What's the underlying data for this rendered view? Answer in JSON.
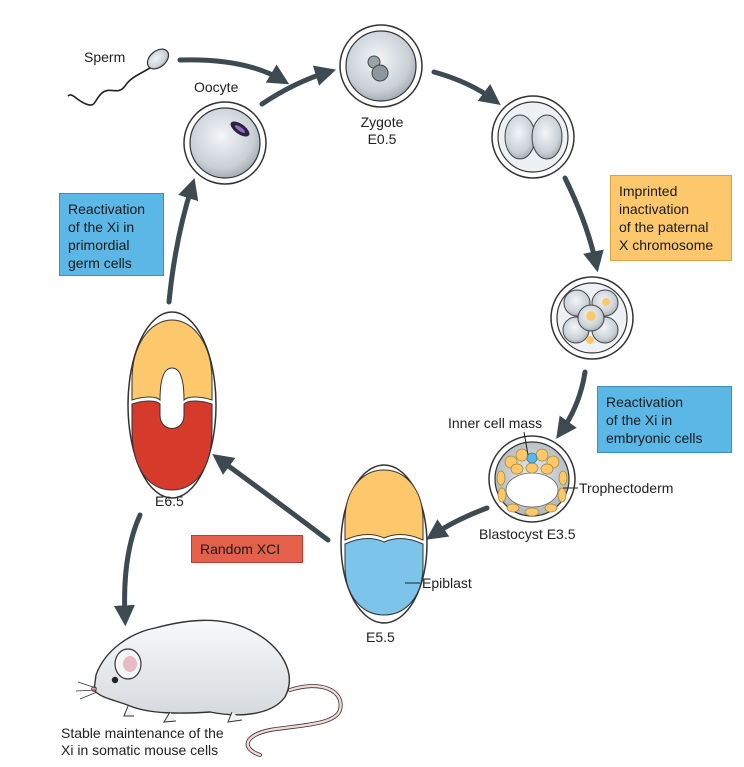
{
  "labels": {
    "sperm": "Sperm",
    "oocyte": "Oocyte",
    "zygote": "Zygote\nE0.5",
    "inner_cell_mass": "Inner cell mass",
    "trophectoderm": "Trophectoderm",
    "blastocyst": "Blastocyst E3.5",
    "epiblast": "Epiblast",
    "e55": "E5.5",
    "e65": "E6.5",
    "stable": "Stable maintenance of the\nXi in somatic mouse cells"
  },
  "boxes": {
    "reactivation_pgc": "Reactivation\nof the Xi in\nprimordial\ngerm cells",
    "imprinted": "Imprinted\ninactivation\nof the paternal\nX chromosome",
    "reactivation_embryonic": "Reactivation\nof the Xi in\nembryonic cells",
    "random_xci": "Random XCI"
  },
  "colors": {
    "blue_box": "#5bb7e6",
    "orange_box": "#fcc86b",
    "red_box": "#e4604a",
    "arrow": "#3d4a52",
    "extraembryonic": "#fcc86b",
    "epiblast": "#7cc4ea",
    "differentiated": "#d63a2a"
  }
}
